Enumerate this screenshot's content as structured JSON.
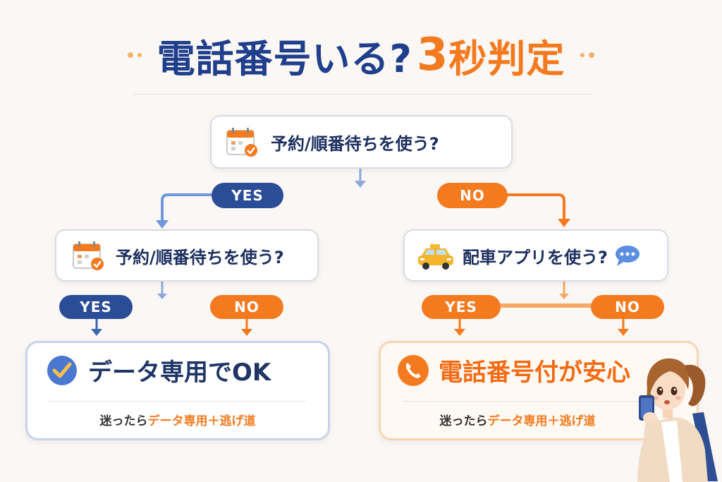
{
  "title": {
    "main": "電話番号いる?",
    "number": "3",
    "accent": "秒判定"
  },
  "top_question": {
    "text": "予約/順番待ちを使う?",
    "icon": "calendar-check-icon"
  },
  "branch_top": {
    "yes": "YES",
    "no": "NO"
  },
  "left_question": {
    "text": "予約/順番待ちを使う?",
    "icon": "calendar-check-icon"
  },
  "right_question": {
    "text": "配車アプリを使う?",
    "icon": "taxi-icon",
    "trail_icon": "chat-bubble-icon"
  },
  "branch_left": {
    "yes": "YES",
    "no": "NO"
  },
  "branch_right": {
    "yes": "YES",
    "no": "NO"
  },
  "result_left": {
    "title": "データ専用でOK",
    "icon": "check-circle-icon",
    "sub_prefix": "迷ったら",
    "sub_highlight": "データ専用＋逃げ道"
  },
  "result_right": {
    "title": "電話番号付が安心",
    "icon": "phone-circle-icon",
    "sub_prefix": "迷ったら",
    "sub_highlight": "データ専用＋逃げ道"
  },
  "colors": {
    "navy": "#2b4c97",
    "orange": "#f47a1f",
    "background": "#faf7f4"
  }
}
